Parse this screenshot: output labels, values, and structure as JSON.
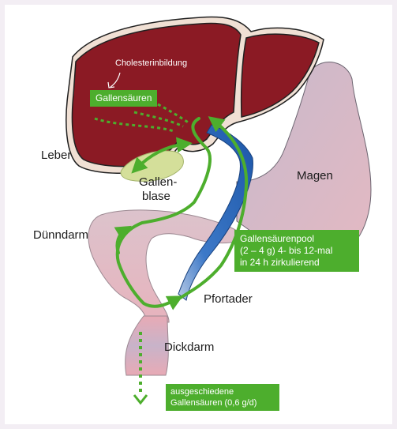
{
  "labels": {
    "cholesterol": "Cholesterinbildung",
    "bile_acids": "Gallensäuren",
    "liver": "Leber",
    "gallbladder_line1": "Gallen-",
    "gallbladder_line2": "blase",
    "stomach": "Magen",
    "small_intestine": "Dünndarm",
    "portal_vein": "Pfortader",
    "large_intestine": "Dickdarm"
  },
  "pool_box": {
    "line1": "Gallensäurenpool",
    "line2": "(2 – 4 g) 4- bis 12-mal",
    "line3": "in 24 h zirkulierend"
  },
  "excreted_box": {
    "line1": "ausgeschiedene",
    "line2": "Gallensäuren (0,6 g/d)"
  },
  "colors": {
    "liver": "#8b1a24",
    "stomach": "#c9a6b3",
    "intestine": "#e3b8c0",
    "gallbladder": "#d4df9a",
    "portal_vein": "#2a66b8",
    "arrow_green": "#4dae2d",
    "label_box": "#4dae2d",
    "background_frame": "#f3eef4"
  }
}
